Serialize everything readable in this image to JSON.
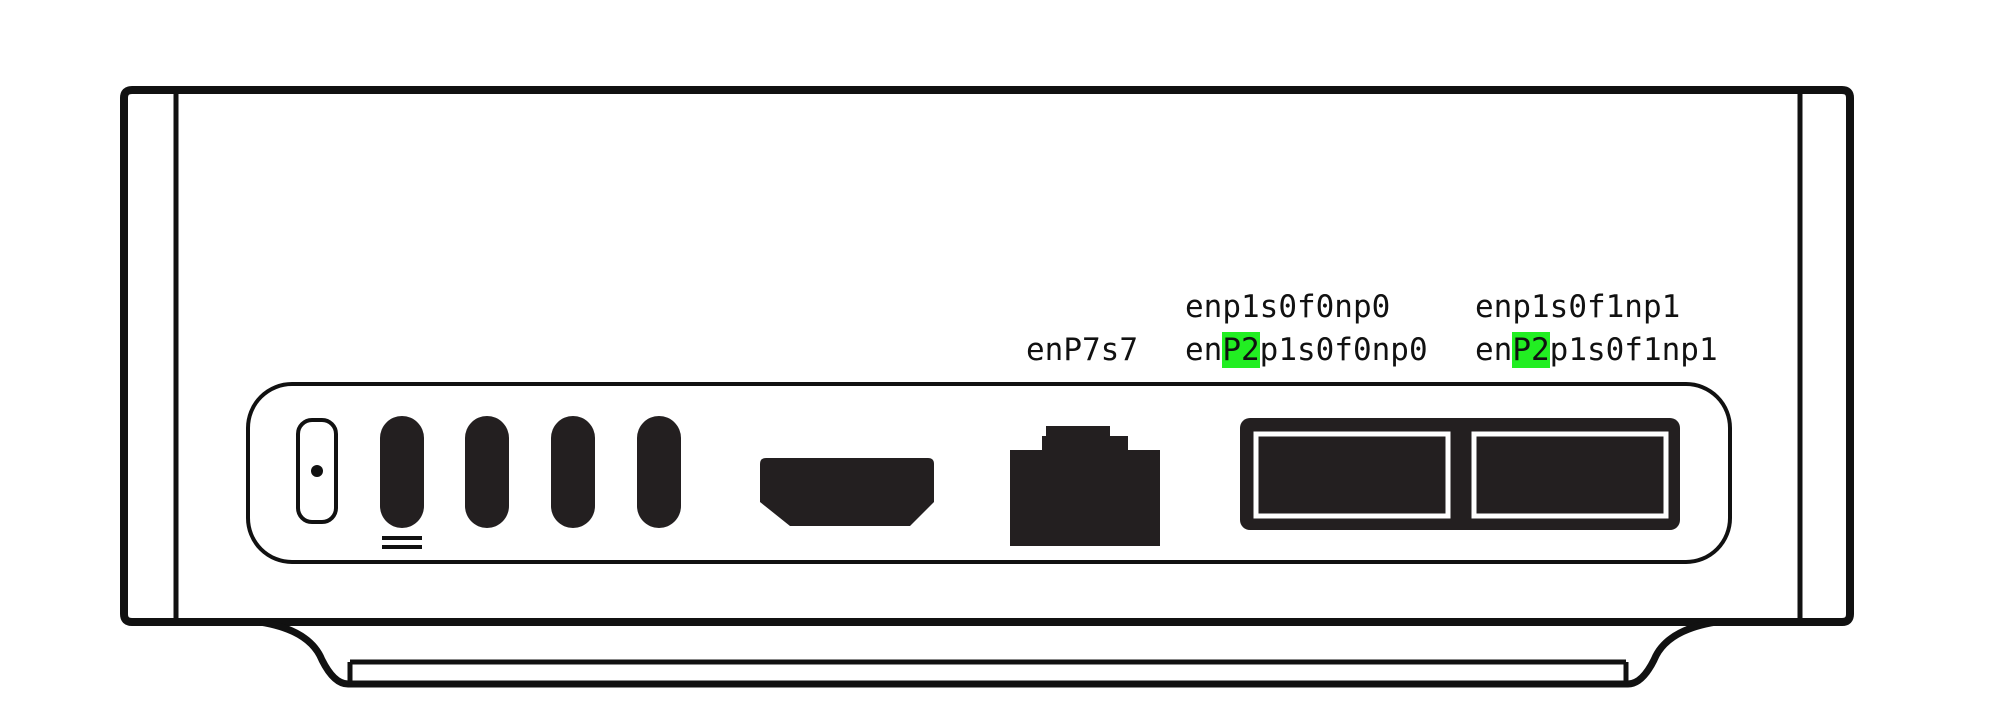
{
  "colors": {
    "line": "#111111",
    "port_fill": "#231f20",
    "highlight": "#22ee22",
    "background": "#ffffff"
  },
  "labels": {
    "rj45": "enP7s7",
    "sfp0_line1": "enp1s0f0np0",
    "sfp0_line2": {
      "prefix": "en",
      "highlight": "P2",
      "suffix": "p1s0f0np0"
    },
    "sfp1_line1": "enp1s0f1np1",
    "sfp1_line2": {
      "prefix": "en",
      "highlight": "P2",
      "suffix": "p1s0f1np1"
    }
  },
  "icons": {
    "power_button": "power-button-icon",
    "usb_c_ports": [
      "usb-c-port-icon",
      "usb-c-port-icon",
      "usb-c-port-icon",
      "usb-c-port-icon"
    ],
    "hdmi_port": "hdmi-port-icon",
    "rj45_port": "ethernet-port-icon",
    "sfp_cage": "dual-qsfp-cage-icon"
  }
}
